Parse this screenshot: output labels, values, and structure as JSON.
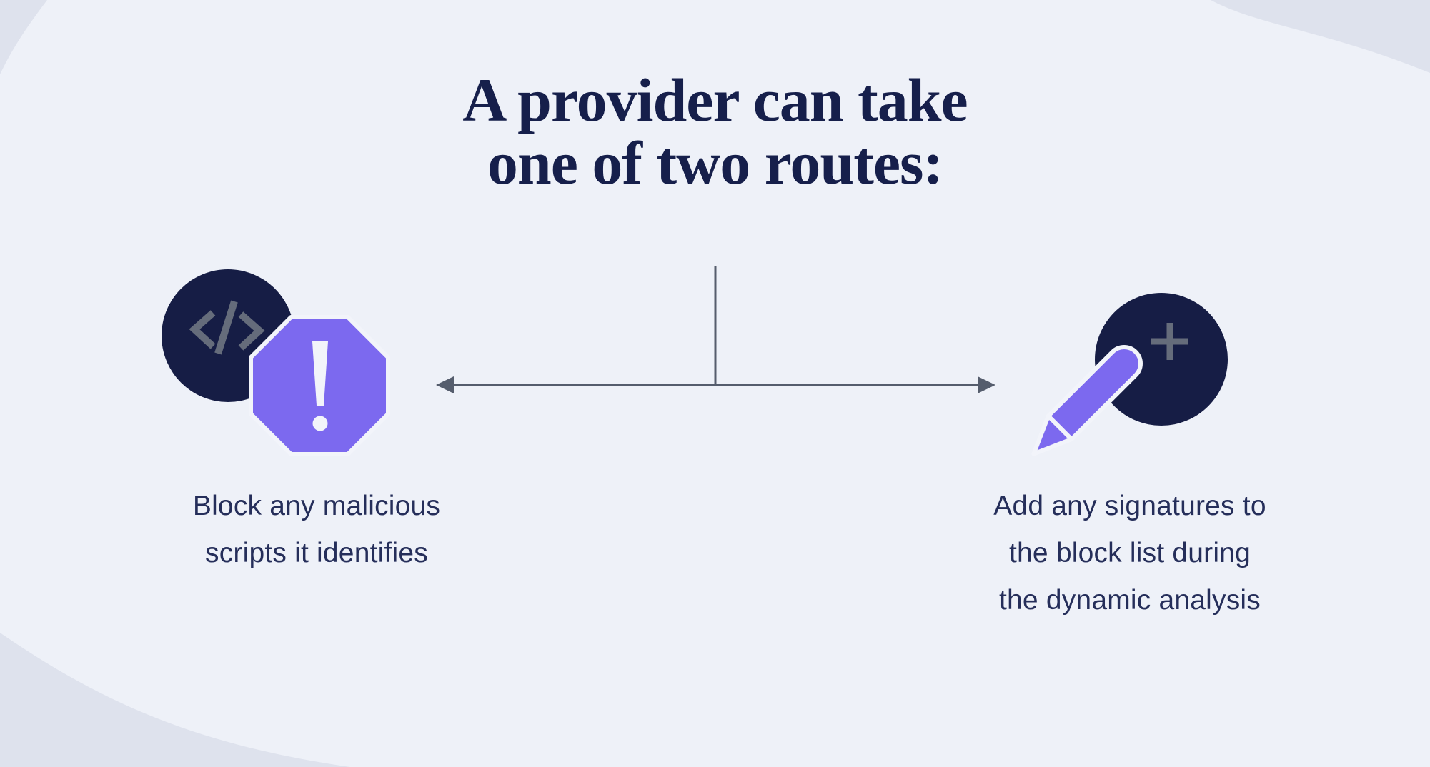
{
  "title": {
    "line1": "A provider can take",
    "line2": "one of two routes:"
  },
  "branches": {
    "left": {
      "icon": "code-alert-octagon-icon",
      "line1": "Block any malicious",
      "line2": "scripts it identifies"
    },
    "right": {
      "icon": "pen-plus-circle-icon",
      "line1": "Add any signatures to",
      "line2": "the block list during",
      "line3": "the dynamic analysis"
    }
  },
  "colors": {
    "background": "#EEF1F8",
    "wave_accent": "#DEE2ED",
    "navy_circle": "#161D45",
    "purple_accent": "#7C69EF",
    "glyph_gray": "#656C7B",
    "connector_gray": "#555D6D",
    "body_text_navy": "#252E5A",
    "title_navy": "#161F4B",
    "light_outline": "#F2F4FA"
  }
}
